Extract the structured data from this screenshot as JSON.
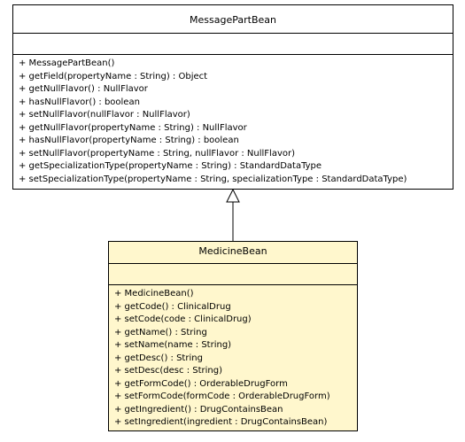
{
  "colors": {
    "parent_fill": "#ffffff",
    "child_fill": "#fff7cd",
    "border": "#000000"
  },
  "parent": {
    "name": "MessagePartBean",
    "operations": [
      "+ MessagePartBean()",
      "+ getField(propertyName : String) : Object",
      "+ getNullFlavor() : NullFlavor",
      "+ hasNullFlavor() : boolean",
      "+ setNullFlavor(nullFlavor : NullFlavor)",
      "+ getNullFlavor(propertyName : String) : NullFlavor",
      "+ hasNullFlavor(propertyName : String) : boolean",
      "+ setNullFlavor(propertyName : String, nullFlavor : NullFlavor)",
      "+ getSpecializationType(propertyName : String) : StandardDataType",
      "+ setSpecializationType(propertyName : String, specializationType : StandardDataType)"
    ]
  },
  "child": {
    "name": "MedicineBean",
    "operations": [
      "+ MedicineBean()",
      "+ getCode() : ClinicalDrug",
      "+ setCode(code : ClinicalDrug)",
      "+ getName() : String",
      "+ setName(name : String)",
      "+ getDesc() : String",
      "+ setDesc(desc : String)",
      "+ getFormCode() : OrderableDrugForm",
      "+ setFormCode(formCode : OrderableDrugForm)",
      "+ getIngredient() : DrugContainsBean",
      "+ setIngredient(ingredient : DrugContainsBean)"
    ]
  }
}
